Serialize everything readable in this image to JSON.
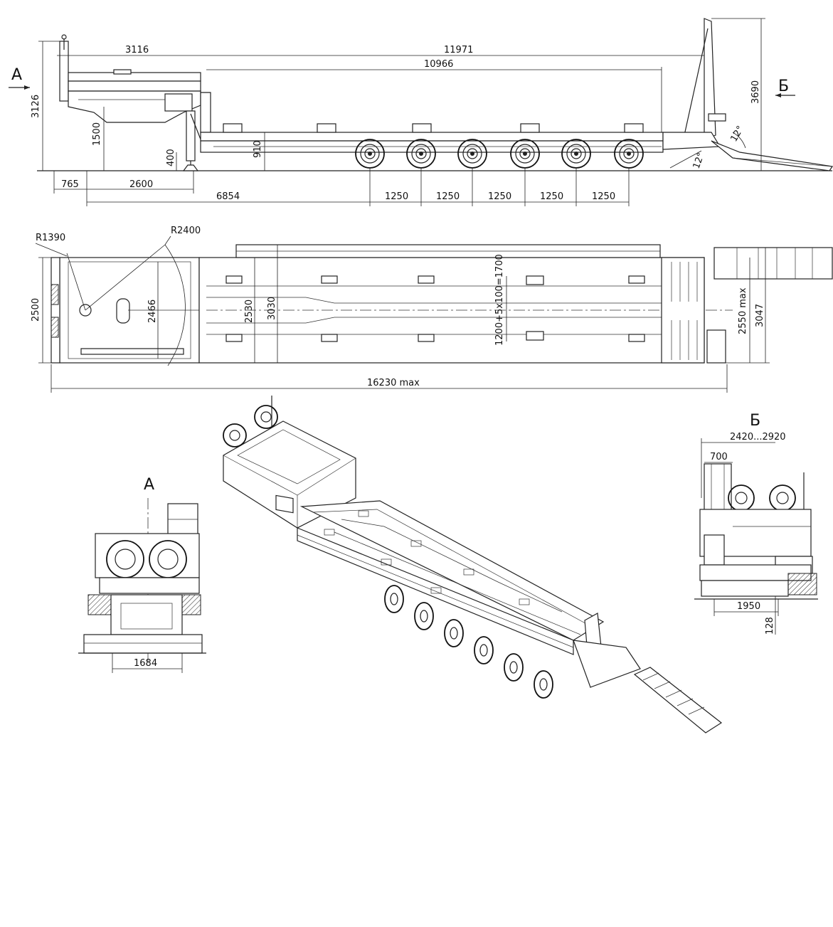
{
  "side_view": {
    "view_marker_a": "А",
    "view_marker_b": "Б",
    "dim_height_front": "3126",
    "dim_height_rear": "3690",
    "dim_gooseneck": "3116",
    "dim_overall_length": "11971",
    "dim_deck_length": "10966",
    "dim_fifth_wheel_height": "1500",
    "dim_deck_height": "910",
    "dim_leg_height": "400",
    "dim_front_overhang": "765",
    "dim_kingpin_to_leg": "2600",
    "dim_kingpin_to_axle": "6854",
    "axle_spacings": [
      "1250",
      "1250",
      "1250",
      "1250",
      "1250"
    ],
    "angle_ramp": "12°",
    "angle_departure": "12°"
  },
  "top_view": {
    "radius_front": "R1390",
    "radius_swing": "R2400",
    "width_overall": "2500",
    "width_gooseneck": "2466",
    "width_deck_inner": "2530",
    "width_deck_outer": "3030",
    "bolster_spacing": "1200+5x100=1700",
    "width_rear_max": "2550 max",
    "width_rear_ramps": "3047",
    "length_max": "16230 max"
  },
  "view_a": {
    "title": "А",
    "wheel_track": "1684"
  },
  "view_b": {
    "title": "Б",
    "ramp_spread": "2420...2920",
    "ramp_width": "700",
    "track": "1950",
    "ramp_ground_clearance": "128"
  }
}
